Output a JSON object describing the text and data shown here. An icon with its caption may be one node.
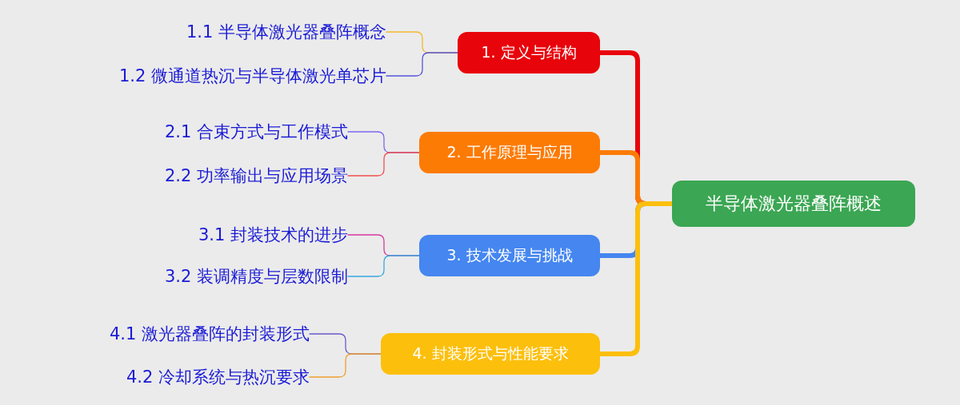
{
  "diagram": {
    "nodes": [
      {
        "text": [
          "半导体激光器叠阵概述"
        ]
      },
      {
        "text": [
          "1. 定义与结构"
        ]
      },
      {
        "text": [
          "1.1 半导体激光器叠阵概念"
        ]
      },
      {
        "text": [
          "1.2 微通道热沉与半导体激光单芯片"
        ]
      },
      {
        "text": [
          "2. 工作原理与应用"
        ]
      },
      {
        "text": [
          "2.1 合束方式与工作模式"
        ]
      },
      {
        "text": [
          "2.2 功率输出与应用场景"
        ]
      },
      {
        "text": [
          "3. 技术发展与挑战"
        ]
      },
      {
        "text": [
          "3.1 封装技术的进步"
        ]
      },
      {
        "text": [
          "3.2 装调精度与层数限制"
        ]
      },
      {
        "text": [
          "4. 封装形式与性能要求"
        ]
      },
      {
        "text": [
          "4.1 激光器叠阵的封装形式"
        ]
      },
      {
        "text": [
          "4.2 冷却系统与热沉要求"
        ]
      }
    ],
    "edges": [
      {
        "from": 0,
        "to": 1,
        "arrow": "none",
        "style": "thick",
        "color": "#e8040b"
      },
      {
        "from": 0,
        "to": 4,
        "arrow": "none",
        "style": "thick",
        "color": "#fc7b05"
      },
      {
        "from": 0,
        "to": 7,
        "arrow": "none",
        "style": "thick",
        "color": "#4586f0"
      },
      {
        "from": 0,
        "to": 10,
        "arrow": "none",
        "style": "thick",
        "color": "#fcbf0c"
      },
      {
        "from": 1,
        "to": 2,
        "arrow": "none",
        "color": "#f5b82e"
      },
      {
        "from": 1,
        "to": 3,
        "arrow": "none",
        "color": "#5555dd"
      },
      {
        "from": 4,
        "to": 5,
        "arrow": "none",
        "color": "#7b68ee"
      },
      {
        "from": 4,
        "to": 6,
        "arrow": "none",
        "color": "#f05050"
      },
      {
        "from": 7,
        "to": 8,
        "arrow": "none",
        "color": "#d63aa0"
      },
      {
        "from": 7,
        "to": 9,
        "arrow": "none",
        "color": "#36a9e1"
      },
      {
        "from": 10,
        "to": 11,
        "arrow": "none",
        "color": "#6a5acd"
      },
      {
        "from": 10,
        "to": 12,
        "arrow": "none",
        "color": "#f0a030"
      }
    ]
  }
}
